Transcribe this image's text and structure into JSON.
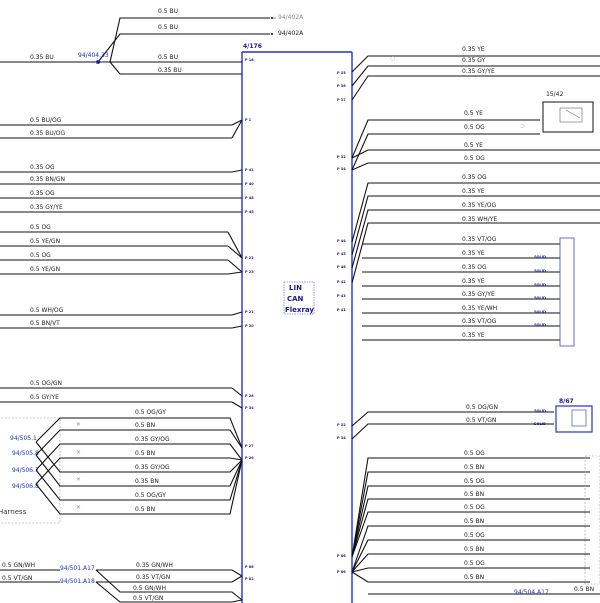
{
  "components": {
    "module_left": "4/176",
    "relay_top_right": "15/42",
    "sensor_right": "8/67"
  },
  "bus_labels": [
    "LIN",
    "CAN",
    "Flexray"
  ],
  "harness_label": "Harness",
  "connectors": {
    "c1": "94/404.33",
    "c2": "94/402A",
    "c3": "94/402A",
    "c4": "94/505.1",
    "c5": "94/505.8",
    "c6": "94/506.7",
    "c7": "94/506.8",
    "c8": "94/501.A17",
    "c9": "94/501.A18",
    "c10": "94/504.A17"
  },
  "left_wires_top": [
    {
      "label": "0.5  BU"
    },
    {
      "label": "0.5  BU"
    },
    {
      "label": "0.35  BU"
    },
    {
      "label": "0.5  BU"
    },
    {
      "label": "0.35  BU"
    }
  ],
  "left_wires": [
    {
      "label": "0.5  BU/OG"
    },
    {
      "label": "0.35  BU/OG"
    },
    {
      "label": "0.35  OG"
    },
    {
      "label": "0.35  BN/GN"
    },
    {
      "label": "0.35  OG"
    },
    {
      "label": "0.35  GY/YE"
    },
    {
      "label": "0.5  OG"
    },
    {
      "label": "0.5  YE/GN"
    },
    {
      "label": "0.5  OG"
    },
    {
      "label": "0.5  YE/GN"
    },
    {
      "label": "0.5  WH/OG"
    },
    {
      "label": "0.5  BN/VT"
    },
    {
      "label": "0.5  OG/GN"
    },
    {
      "label": "0.5  GY/YE"
    }
  ],
  "left_twisted": [
    {
      "label": "0.5  OG/GY"
    },
    {
      "label": "0.5  BN"
    },
    {
      "label": "0.35  GY/OG"
    },
    {
      "label": "0.5  BN"
    },
    {
      "label": "0.35  GY/OG"
    },
    {
      "label": "0.35  BN"
    },
    {
      "label": "0.5  OG/GY"
    },
    {
      "label": "0.5  BN"
    }
  ],
  "left_bottom": [
    {
      "label": "0.5  GN/WH"
    },
    {
      "label": "0.5  VT/GN"
    },
    {
      "label": "0.35  GN/WH"
    },
    {
      "label": "0.35  VT/GN"
    },
    {
      "label": "0.5  GN/WH"
    },
    {
      "label": "0.5  VT/GN"
    }
  ],
  "right_wires": [
    {
      "label": "0.35  YE"
    },
    {
      "label": "0.35  GY"
    },
    {
      "label": "0.35  GY/YE"
    },
    {
      "label": "0.5  YE"
    },
    {
      "label": "0.5  OG"
    },
    {
      "label": "0.5  YE"
    },
    {
      "label": "0.5  OG"
    },
    {
      "label": "0.35  OG"
    },
    {
      "label": "0.35  YE"
    },
    {
      "label": "0.35  YE/OG"
    },
    {
      "label": "0.35  WH/YE"
    },
    {
      "label": "0.35  VT/OG"
    },
    {
      "label": "0.35  YE"
    },
    {
      "label": "0.35  OG"
    },
    {
      "label": "0.35  YE"
    },
    {
      "label": "0.35  GY/YE"
    },
    {
      "label": "0.35  YE/WH"
    },
    {
      "label": "0.35  VT/OG"
    },
    {
      "label": "0.35  YE"
    },
    {
      "label": "0.5  OG/GN"
    },
    {
      "label": "0.5  VT/GN"
    }
  ],
  "right_bottom": [
    {
      "label": "0.5  OG"
    },
    {
      "label": "0.5  BN"
    },
    {
      "label": "0.5  OG"
    },
    {
      "label": "0.5  BN"
    },
    {
      "label": "0.5  OG"
    },
    {
      "label": "0.5  BN"
    },
    {
      "label": "0.5  OG"
    },
    {
      "label": "0.5  BN"
    },
    {
      "label": "0.5  OG"
    },
    {
      "label": "0.5  BN"
    },
    {
      "label": "0.5  BN"
    }
  ]
}
